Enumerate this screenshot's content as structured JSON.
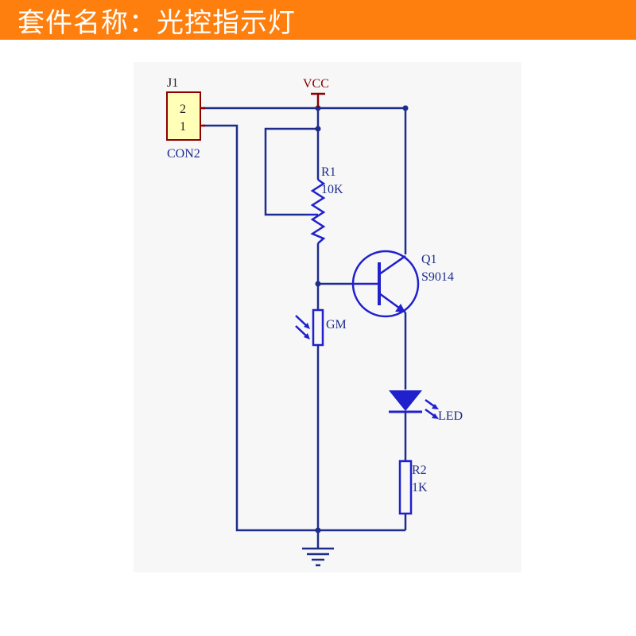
{
  "title": "套件名称：光控指示灯",
  "colors": {
    "title_bar": "#ff7f0e",
    "wire": "#1e2c8c",
    "component": "#2020cc",
    "pin": "#8b0000",
    "connector_fill": "#ffffb8"
  },
  "connector": {
    "ref": "J1",
    "pin_top": "2",
    "pin_bottom": "1",
    "value": "CON2"
  },
  "power": {
    "label": "VCC"
  },
  "r1": {
    "ref": "R1",
    "value": "10K"
  },
  "q1": {
    "ref": "Q1",
    "value": "S9014"
  },
  "ldr": {
    "label": "GM"
  },
  "led": {
    "label": "LED"
  },
  "r2": {
    "ref": "R2",
    "value": "1K"
  }
}
